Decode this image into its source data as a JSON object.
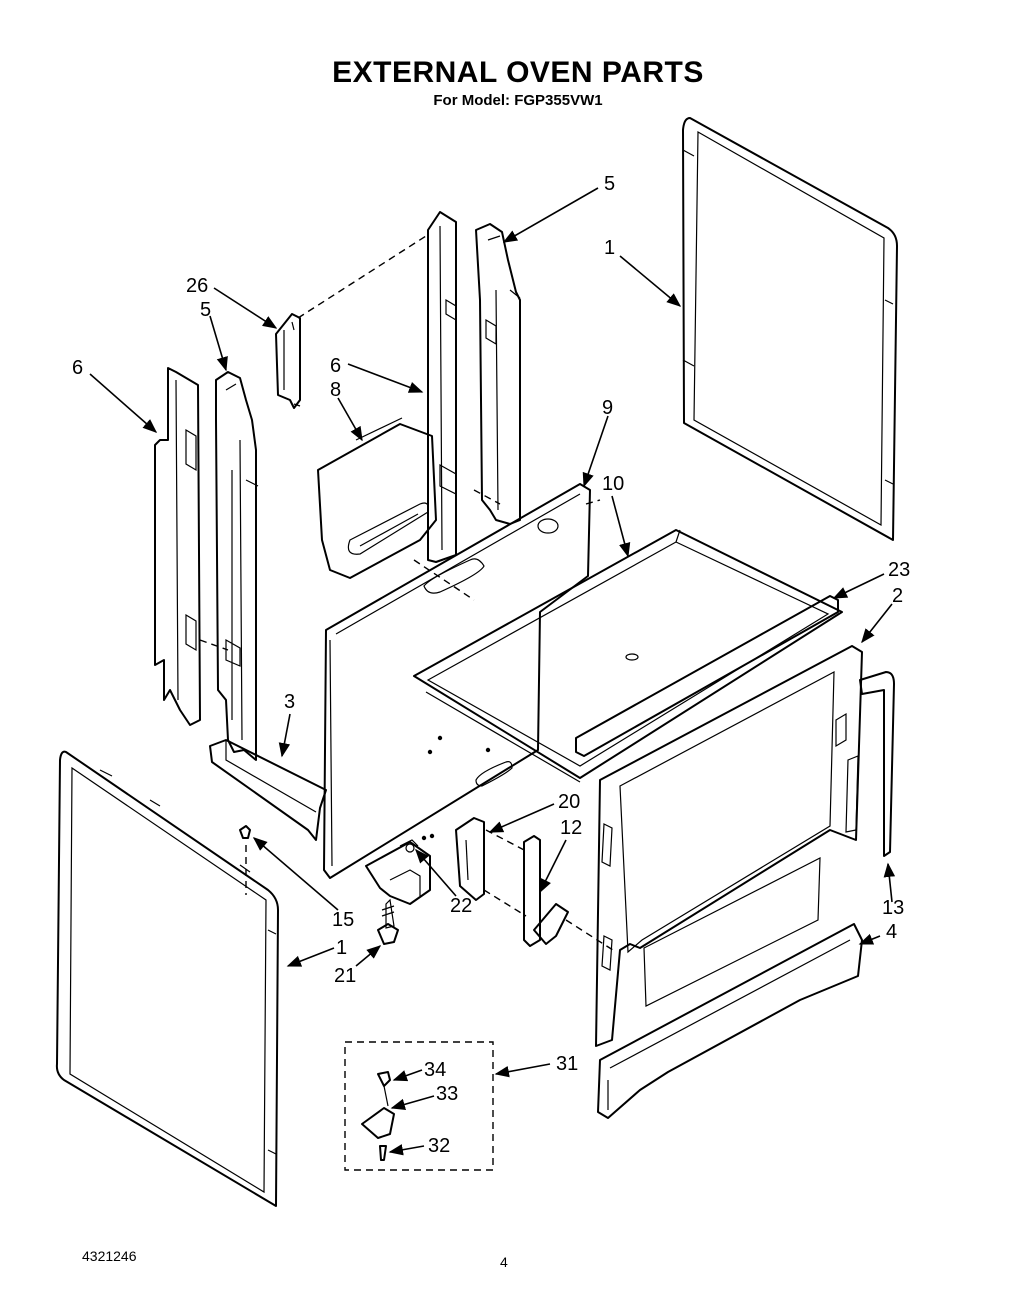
{
  "header": {
    "title": "EXTERNAL OVEN PARTS",
    "subtitle": "For Model: FGP355VW1"
  },
  "footer": {
    "doc_number": "4321246",
    "page_number": "4"
  },
  "callouts": {
    "c5a": "5",
    "c1a": "1",
    "c26": "26",
    "c5b": "5",
    "c6a": "6",
    "c6b": "6",
    "c8": "8",
    "c9": "9",
    "c10": "10",
    "c23": "23",
    "c2": "2",
    "c3": "3",
    "c20": "20",
    "c12": "12",
    "c13": "13",
    "c4": "4",
    "c15": "15",
    "c22": "22",
    "c1b": "1",
    "c21": "21",
    "c31": "31",
    "c34": "34",
    "c33": "33",
    "c32": "32"
  }
}
